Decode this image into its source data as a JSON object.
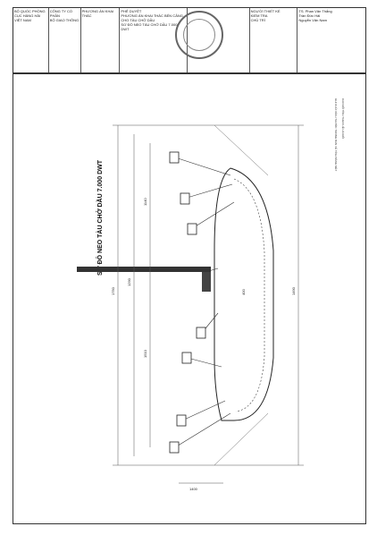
{
  "title_block": {
    "company": "CÔNG TY CỔ PHẦN",
    "port": "BỘ GIAO THÔNG",
    "department": "BỘ QUỐC PHÒNG",
    "unit": "CỤC HÀNG HẢI VIỆT NAM",
    "plan": "PHƯƠNG ÁN KHAI THÁC",
    "approval": "PHÊ DUYỆT",
    "plan_desc": "PHƯƠNG ÁN KHAI THÁC BẾN CẢNG CHO TÀU CHỞ DẦU",
    "diagram_name": "SƠ ĐỒ NEO TÀU CHỞ DẦU 7.000 DWT",
    "designer": "NGƯỜI THIẾT KẾ",
    "checker": "KIỂM TRA",
    "manager": "CHỦ TRÌ"
  },
  "signatures": {
    "person_1": "TS. Phan Văn Thắng",
    "person_2": "Trần Đức Hải",
    "person_3": "Nguyễn Văn Nam"
  },
  "drawing_title": "SƠ ĐỒ NEO TÀU CHỞ DẦU 7.000 DWT",
  "notes": [
    "GHI CHÚ: KÍCH THƯỚC TRONG BẢN VẼ TÍNH BẰNG MÉT",
    "CAO ĐỘ TÍNH THEO HỆ HẢI ĐỒ"
  ],
  "dimensions": {
    "overall": "1750",
    "ship_length": "1290",
    "width": "1490",
    "d1": "1140",
    "d2": "1510",
    "d3": "400",
    "d4": "1400"
  }
}
